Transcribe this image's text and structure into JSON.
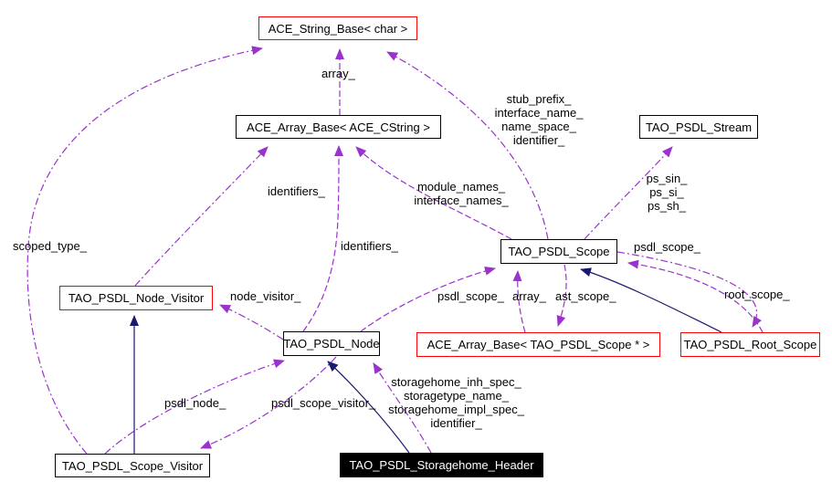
{
  "nodes": {
    "ace_string_base": {
      "label": "ACE_String_Base< char >"
    },
    "ace_array_cstring": {
      "label": "ACE_Array_Base< ACE_CString >"
    },
    "tao_psdl_stream": {
      "label": "TAO_PSDL_Stream"
    },
    "tao_psdl_scope": {
      "label": "TAO_PSDL_Scope"
    },
    "tao_psdl_node_visitor": {
      "label": "TAO_PSDL_Node_Visitor"
    },
    "tao_psdl_node": {
      "label": "TAO_PSDL_Node"
    },
    "ace_array_scope": {
      "label": "ACE_Array_Base< TAO_PSDL_Scope * >"
    },
    "tao_psdl_root_scope": {
      "label": "TAO_PSDL_Root_Scope"
    },
    "tao_psdl_scope_visitor": {
      "label": "TAO_PSDL_Scope_Visitor"
    },
    "tao_psdl_storagehome_header": {
      "label": "TAO_PSDL_Storagehome_Header"
    }
  },
  "labels": {
    "array_top": "array_",
    "stub_block": "stub_prefix_\ninterface_name_\nname_space_\nidentifier_",
    "identifiers_left": "identifiers_",
    "identifiers_mid": "identifiers_",
    "module_block": "module_names_\ninterface_names_",
    "ps_block": "ps_sin_\nps_si_\nps_sh_",
    "scoped_type": "scoped_type_",
    "psdl_scope_right": "psdl_scope_",
    "node_visitor": "node_visitor_",
    "psdl_scope_mid": "psdl_scope_",
    "array_mid": "array_",
    "ast_scope": "ast_scope_",
    "root_scope": "root_scope_",
    "psdl_node": "psdl_node_",
    "psdl_scope_visitor": "psdl_scope_visitor_",
    "storagehome_block": "storagehome_inh_spec_\nstoragetype_name_\nstoragehome_impl_spec_\nidentifier_"
  },
  "colors": {
    "usage_edge": "#9a32cd",
    "inheritance_edge": "#191970",
    "box_border": "#000000",
    "truncated_box_border": "#ff0000",
    "focus_box_background": "#000000",
    "focus_box_text": "#ffffff",
    "background": "#ffffff"
  }
}
